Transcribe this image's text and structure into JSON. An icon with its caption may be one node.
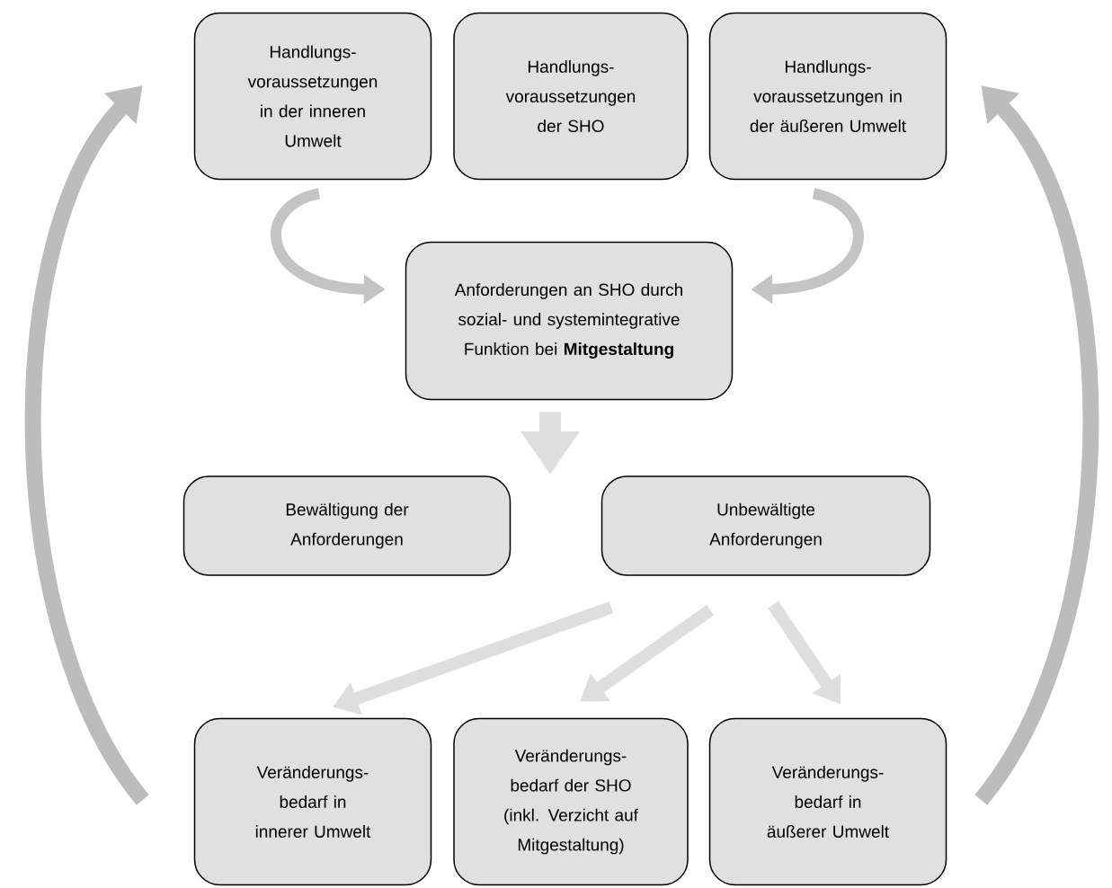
{
  "diagram": {
    "nodes": [
      {
        "text": [
          "Handlungs- voraussetzungen in der inneren Umwelt"
        ]
      },
      {
        "text": [
          "Handlungs- voraussetzungen der SHO"
        ]
      },
      {
        "text": [
          "Handlungs- voraussetzungen in der äußeren Umwelt"
        ]
      },
      {
        "text": [
          "Anforderungen an SHO durch sozial- und systemintegrative Funktion bei **Mitgestaltung**"
        ]
      },
      {
        "text": [
          "Bewältigung der Anforderungen"
        ]
      },
      {
        "text": [
          "Unbewältigte Anforderungen"
        ]
      },
      {
        "text": [
          "Veränderungs- bedarf in innerer Umwelt"
        ]
      },
      {
        "text": [
          "Veränderungs- bedarf der SHO (inkl. Verzicht auf Mitgestaltung)"
        ]
      },
      {
        "text": [
          "Veränderungs- bedarf in äußerer Umwelt"
        ]
      }
    ],
    "edges": [
      {
        "from": 0,
        "to": 3,
        "arrow": "to",
        "color": "#c4c4c4"
      },
      {
        "from": 2,
        "to": 3,
        "arrow": "to",
        "color": "#c4c4c4"
      },
      {
        "from": 3,
        "to": null,
        "arrow": "to"
      },
      {
        "from": 5,
        "to": 6,
        "arrow": "to"
      },
      {
        "from": 5,
        "to": 7,
        "arrow": "to"
      },
      {
        "from": 5,
        "to": 8,
        "arrow": "to"
      },
      {
        "from": 6,
        "to": 0,
        "arrow": "to",
        "color": "#bcbcbc"
      },
      {
        "from": 8,
        "to": 2,
        "arrow": "to",
        "color": "#bcbcbc"
      }
    ]
  }
}
